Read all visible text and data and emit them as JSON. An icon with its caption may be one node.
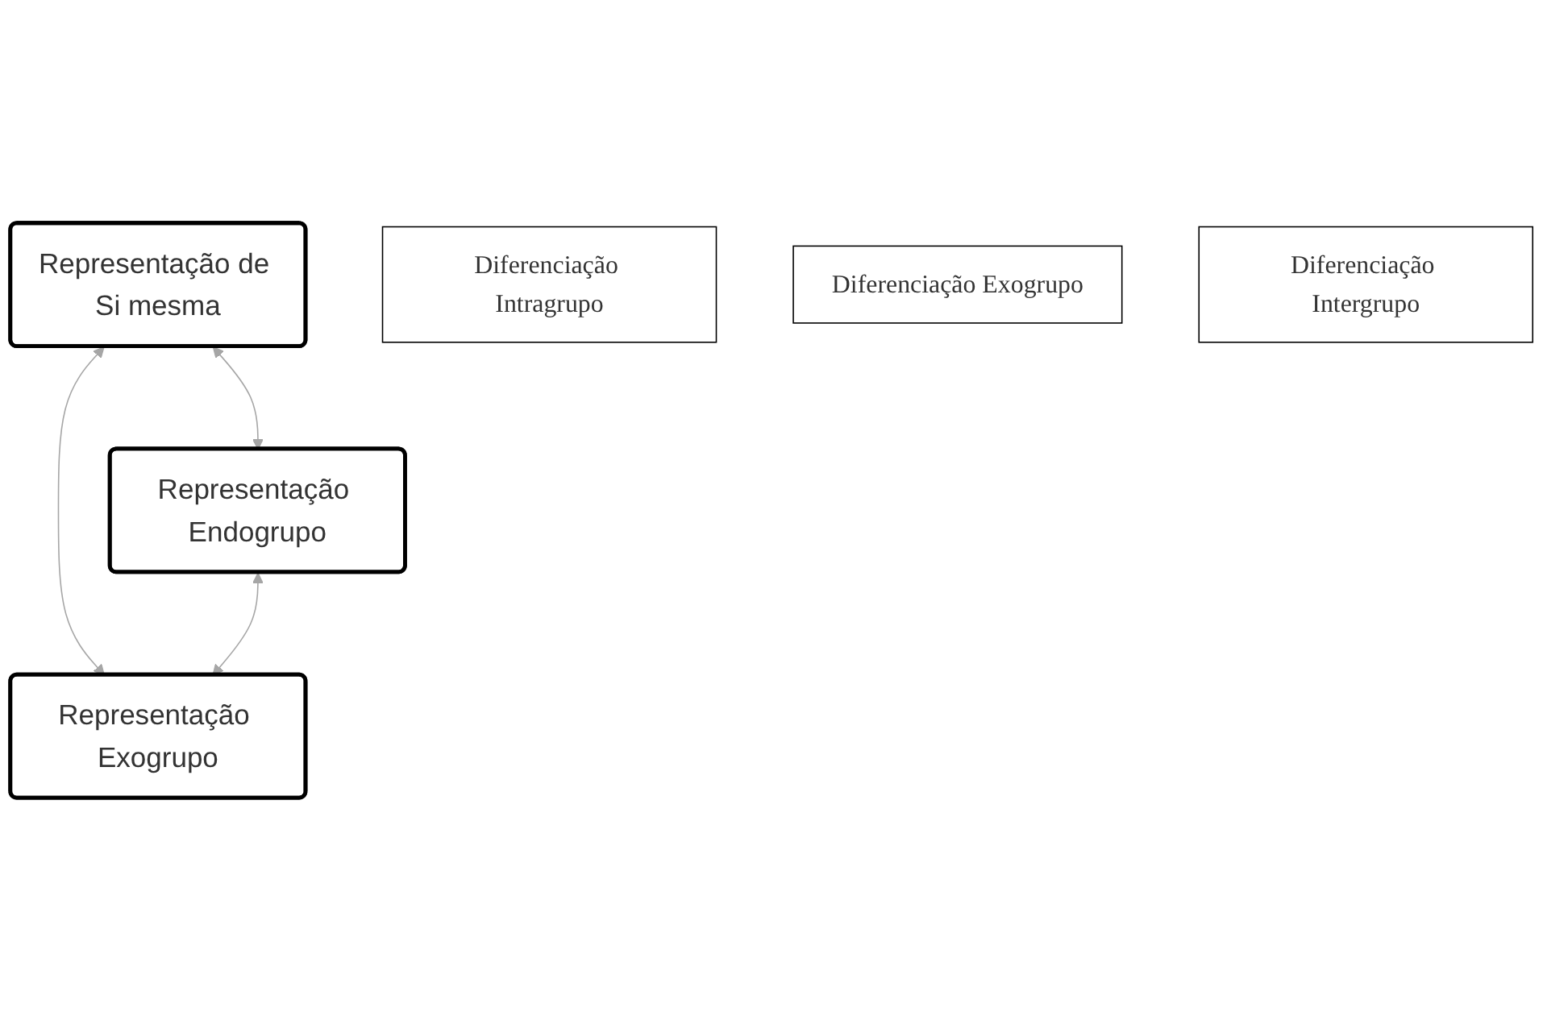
{
  "diagram": {
    "nodes": [
      {
        "text": [
          "Representação de Si mesma"
        ]
      },
      {
        "text": [
          "Diferenciação Intragrupo"
        ]
      },
      {
        "text": [
          "Diferenciação Exogrupo"
        ]
      },
      {
        "text": [
          "Representação Endogrupo"
        ]
      },
      {
        "text": [
          "Representação Exogrupo"
        ]
      },
      {
        "text": [
          "Diferenciação Intergrupo"
        ]
      }
    ],
    "edges": [
      {
        "from": 0,
        "to": 3,
        "arrow": "both"
      },
      {
        "from": 0,
        "to": 4,
        "arrow": "both"
      },
      {
        "from": 3,
        "to": 4,
        "arrow": "both"
      }
    ]
  }
}
